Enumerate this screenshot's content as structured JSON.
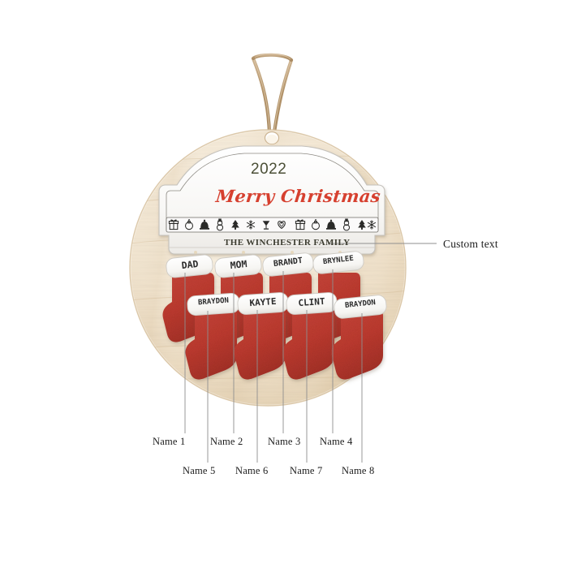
{
  "product": {
    "type": "personalized-wooden-christmas-ornament",
    "shape": "round-wood-disc-with-twine-hanger"
  },
  "colors": {
    "wood": "#f0e2cc",
    "wood_edge": "#d9c3a1",
    "plaque_white": "#f7f6f4",
    "plaque_edge": "#c9c6c0",
    "stocking_red": "#bf3b30",
    "stocking_red_dark": "#9e2e25",
    "year_olive": "#4b4f36",
    "merry_red": "#d6402f",
    "family_text": "#3b3b2f",
    "twine": "#b79b74",
    "leader_line": "#8a8a8a",
    "anno_text": "#1c1c1c"
  },
  "plaque": {
    "year": "2022",
    "greeting": "Merry Christmas",
    "family_line": "THE WINCHESTER FAMILY",
    "icon_strip": [
      "gift-icon",
      "ornament-ball-icon",
      "bell-icon",
      "snowman-icon",
      "christmas-tree-icon",
      "snowflake-icon",
      "goblet-icon",
      "heart-icon",
      "gift-icon",
      "ornament-ball-icon",
      "bell-icon",
      "snowman-icon",
      "christmas-tree-icon",
      "snowflake-icon"
    ]
  },
  "stockings": {
    "back_row": [
      {
        "name": "DAD",
        "slot": "Name 1"
      },
      {
        "name": "MOM",
        "slot": "Name 2"
      },
      {
        "name": "BRANDT",
        "slot": "Name 3"
      },
      {
        "name": "BRYNLEE",
        "slot": "Name 4"
      }
    ],
    "front_row": [
      {
        "name": "BRAYDON",
        "slot": "Name 5"
      },
      {
        "name": "KAYTE",
        "slot": "Name 6"
      },
      {
        "name": "CLINT",
        "slot": "Name 7"
      },
      {
        "name": "BRAYDON",
        "slot": "Name 8"
      }
    ]
  },
  "annotations": {
    "custom_text": "Custom text",
    "row_top": [
      "Name 1",
      "Name 2",
      "Name 3",
      "Name 4"
    ],
    "row_bottom": [
      "Name 5",
      "Name 6",
      "Name 7",
      "Name 8"
    ]
  }
}
